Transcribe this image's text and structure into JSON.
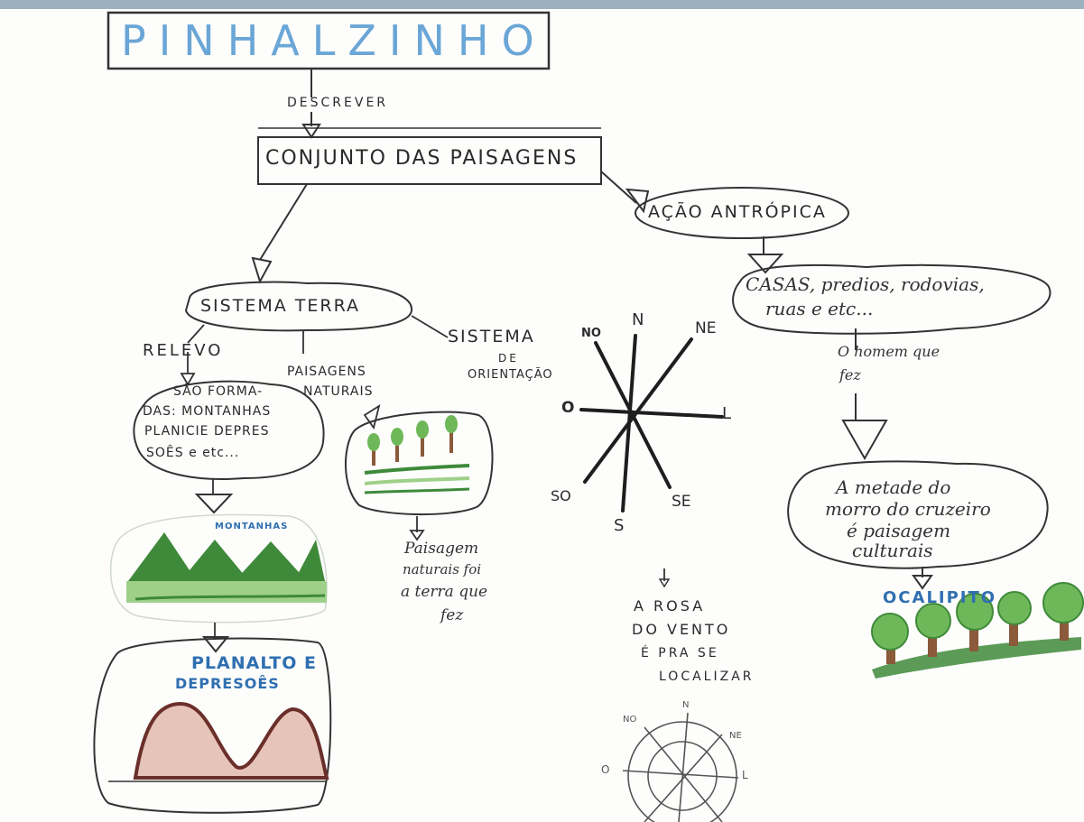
{
  "title": "PINHALZINHO",
  "links": {
    "descrever": "DESCREVER"
  },
  "nodes": {
    "conjunto": "CONJUNTO DAS PAISAGENS",
    "acao": "AÇÃO ANTRÓPICA",
    "casas": [
      "CASAS, predios, rodovias,",
      "ruas e etc..."
    ],
    "homem": [
      "O homem que",
      "fez"
    ],
    "metade": [
      "A metade do",
      "morro do cruzeiro",
      "é paisagem",
      "culturais"
    ],
    "ocalipito": "OCALIPITO",
    "sistema_terra": "SISTEMA TERRA",
    "relevo": "RELEVO",
    "formadas": [
      "SÃO FORMA-",
      "DAS: MONTANHAS",
      "PLANICIE DEPRES",
      "SOÊS e etc..."
    ],
    "montanhas": "MONTANHAS",
    "planalto": [
      "PLANALTO E",
      "DEPRESOÊS"
    ],
    "paisagens_naturais": [
      "PAISAGENS",
      "NATURAIS"
    ],
    "paisagem_natural_note": [
      "Paisagem",
      "naturais foi",
      "a terra que",
      "fez"
    ],
    "sistema_orientacao": [
      "SISTEMA",
      "DE",
      "ORIENTAÇÃO"
    ],
    "rosa_note": [
      "A ROSA",
      "DO VENTO",
      "É PRA SE",
      "LOCALIZAR"
    ]
  },
  "compass": {
    "N": "N",
    "NE": "NE",
    "L": "L",
    "SE": "SE",
    "S": "S",
    "SO": "SO",
    "O": "O",
    "NO": "NO"
  },
  "compass_small": {
    "N": "N",
    "NE": "NE",
    "L": "L",
    "O": "O",
    "NO": "NO"
  },
  "colors": {
    "pencil": "#2b2b2b",
    "blue_title": "#6aa6d6",
    "blue_label": "#2f6fb0",
    "green_dark": "#3f8a3a",
    "green_light": "#9fd08a",
    "brown": "#8a5a3a",
    "mound": "#e7c4b8"
  }
}
